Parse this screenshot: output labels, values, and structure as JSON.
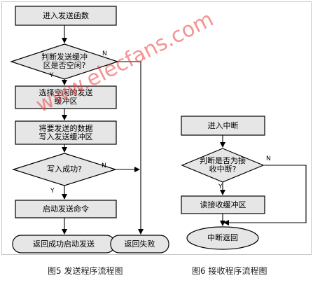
{
  "left_flow": {
    "start": "进入发送函数",
    "decision_buffer_empty": "判断发送缓冲\n区是否空闲?",
    "select_buffer": "选择空闲的发送\n缓冲区",
    "write_data": "将要发送的数据\n写入发送缓冲区",
    "decision_write_ok": "写入成功?",
    "start_send": "启动发送命令",
    "return_success": "返回成功启动发送",
    "return_fail": "返回失败",
    "label_n1": "N",
    "label_y1": "Y",
    "label_n2": "N",
    "label_y2": "Y",
    "caption": "图5  发送程序流程图"
  },
  "right_flow": {
    "start": "进入中断",
    "decision_receive_int": "判断是否为接\n收中断?",
    "read_buffer": "读接收缓冲区",
    "end": "中断返回",
    "label_n": "N",
    "label_y": "Y",
    "caption": "图6  接收程序流程图"
  },
  "watermark": "www.elecfans.com",
  "colors": {
    "box_fill": "#e6e6e6",
    "stroke": "#000000",
    "watermark": "#e83c3c"
  }
}
